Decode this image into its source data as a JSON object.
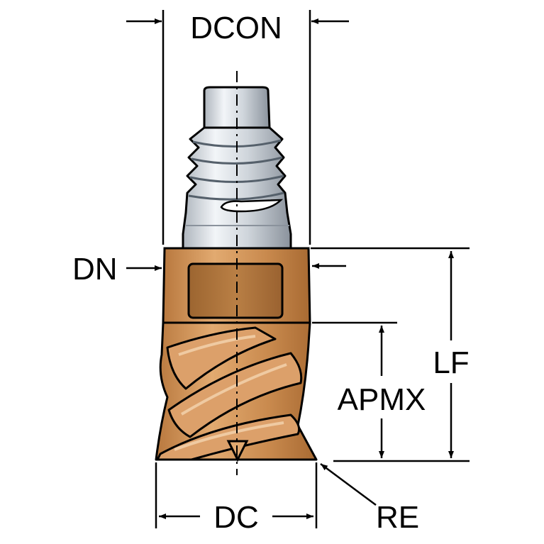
{
  "labels": {
    "dcon": "DCON",
    "dn": "DN",
    "lf": "LF",
    "apmx": "APMX",
    "dc": "DC",
    "re": "RE"
  },
  "colors": {
    "background": "#ffffff",
    "line": "#000000",
    "copper_mid": "#c98a4e",
    "copper_light": "#efc79a",
    "copper_dark": "#8a5222",
    "steel_light": "#eef2f6",
    "steel_mid": "#c6ccd3",
    "steel_dark": "#7f8893"
  }
}
